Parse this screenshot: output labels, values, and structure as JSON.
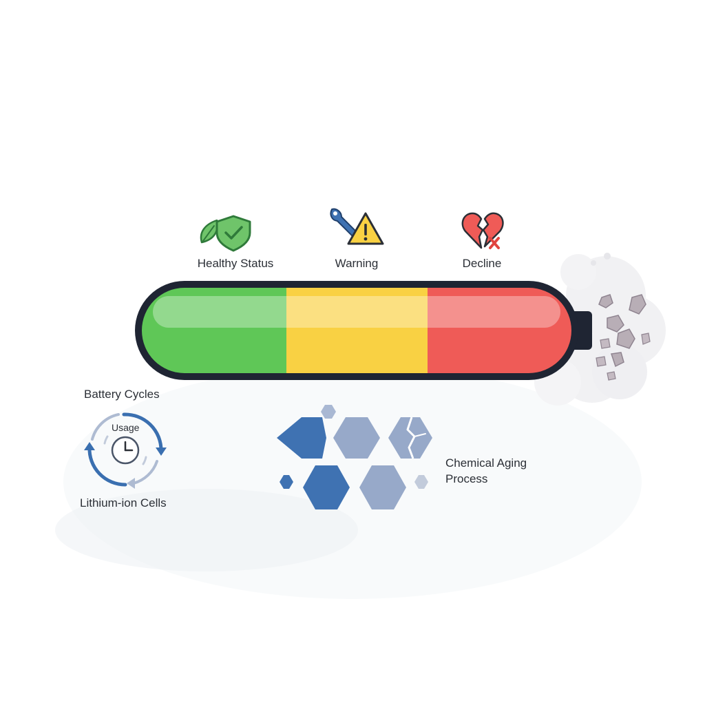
{
  "statuses": [
    {
      "key": "healthy",
      "label": "Healthy Status",
      "icon": "leaf-shield-check-icon",
      "color": "#5fc757"
    },
    {
      "key": "warning",
      "label": "Warning",
      "icon": "wrench-warning-icon",
      "color": "#f9d143"
    },
    {
      "key": "decline",
      "label": "Decline",
      "icon": "broken-heart-icon",
      "color": "#ef5b57"
    }
  ],
  "battery": {
    "segments": [
      {
        "key": "healthy",
        "color": "#5fc757"
      },
      {
        "key": "warning",
        "color": "#f9d143"
      },
      {
        "key": "decline",
        "color": "#ef5b57"
      }
    ],
    "outline_color": "#1f2533",
    "debris_icon": "debris-cloud-icon"
  },
  "cycles": {
    "title": "Battery Cycles",
    "center_label": "Usage",
    "caption": "Lithium-ion Cells",
    "icon": "clock-cycle-icon",
    "accent": "#3a6fb0"
  },
  "aging": {
    "label_line1": "Chemical Aging",
    "label_line2": "Process",
    "icon": "hexagon-cluster-icon",
    "dark": "#3f72b2",
    "light": "#97a9c9"
  }
}
